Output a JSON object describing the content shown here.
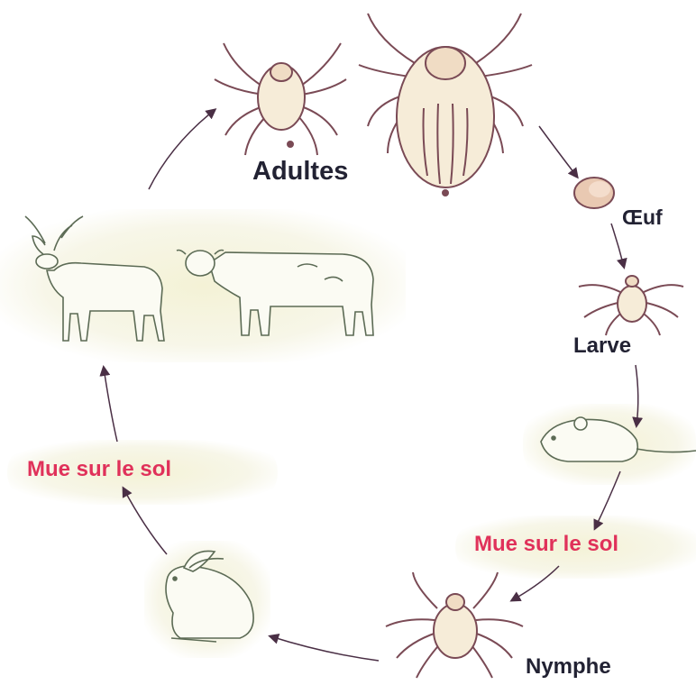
{
  "labels": {
    "adultes": "Adultes",
    "oeuf": "Œuf",
    "larve": "Larve",
    "nymphe": "Nymphe",
    "mue_left": "Mue sur le sol",
    "mue_right": "Mue sur le sol"
  },
  "colors": {
    "label_dark": "#222233",
    "label_red": "#e0315a",
    "arrow": "#4a2f45",
    "tick_body": "#f6ecd8",
    "tick_outline": "#7a4a55",
    "animal_outline": "#5c6b55",
    "halo": "#f4f2d6"
  }
}
